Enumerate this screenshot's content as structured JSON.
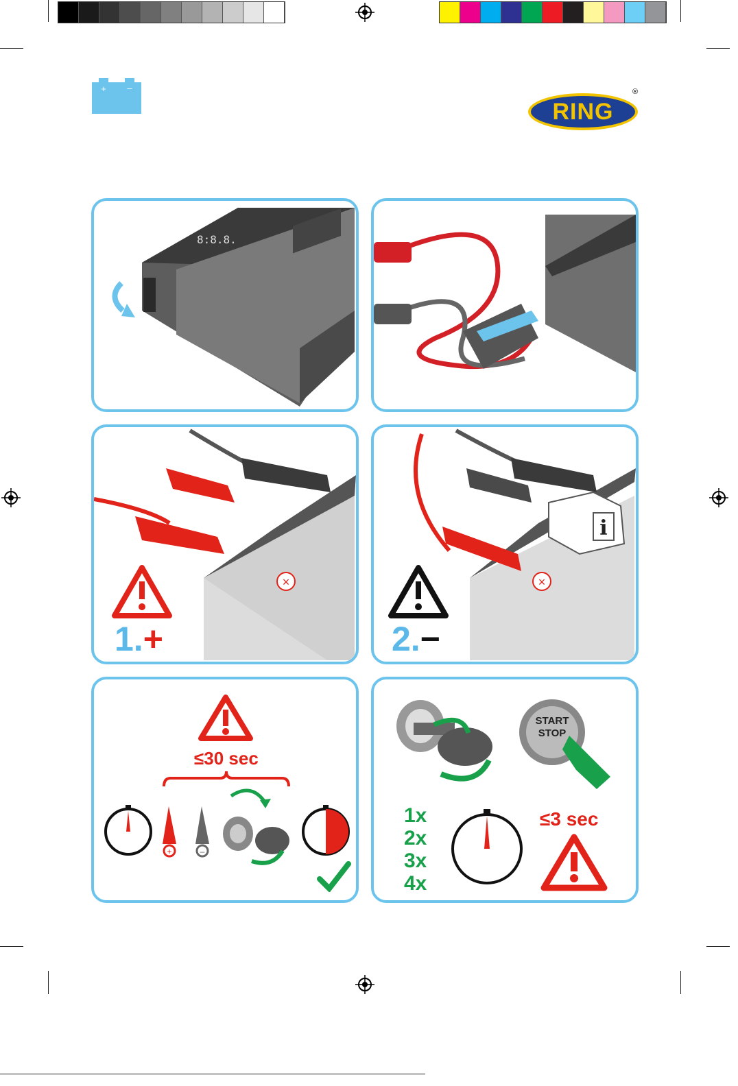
{
  "brand": {
    "logo_text": "RING",
    "registered": "®"
  },
  "panels": {
    "step1": {
      "number": "1.",
      "symbol": "+"
    },
    "step2": {
      "number": "2.",
      "symbol": "−"
    },
    "panel5": {
      "time_limit": "≤30 sec"
    },
    "panel6": {
      "button_text_line1": "START",
      "button_text_line2": "STOP",
      "attempts": [
        "1x",
        "2x",
        "3x",
        "4x"
      ],
      "time_limit": "≤3 sec"
    }
  },
  "colors": {
    "accent_blue": "#6cc4ec",
    "warning_red": "#e2231a",
    "ok_green": "#18a04a",
    "device_gray": "#5a5a5a"
  },
  "print_marks": {
    "gray_scale": [
      "#000000",
      "#1a1a1a",
      "#333333",
      "#4d4d4d",
      "#666666",
      "#808080",
      "#999999",
      "#b3b3b3",
      "#cccccc",
      "#e6e6e6",
      "#ffffff"
    ],
    "color_scale": [
      "#fff200",
      "#ec008c",
      "#00aeef",
      "#2e3192",
      "#00a651",
      "#ed1c24",
      "#231f20",
      "#fff799",
      "#f49ac1",
      "#6dcff6",
      "#939598"
    ]
  }
}
